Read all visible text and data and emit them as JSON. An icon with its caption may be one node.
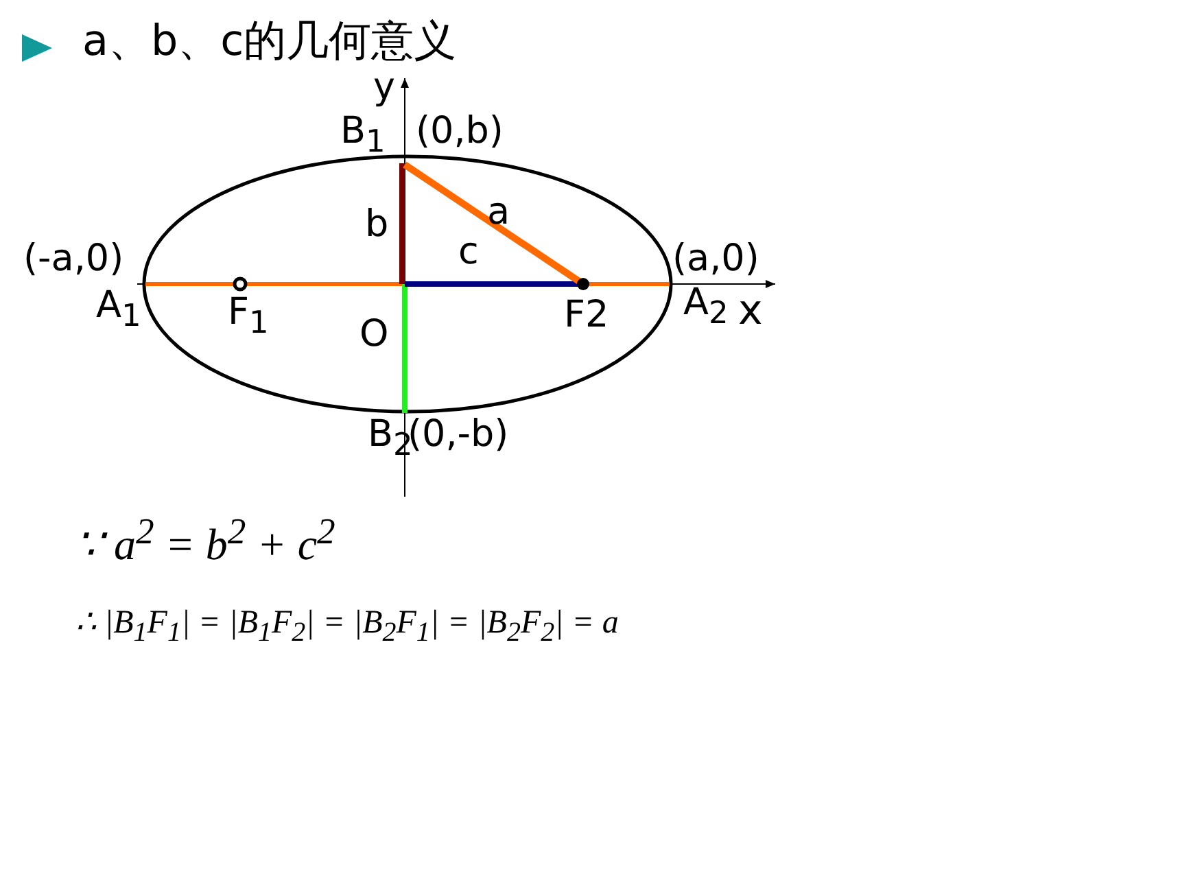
{
  "diagram": {
    "title": "a、b、c的几何意义",
    "labels": [
      "y",
      "B$_{1}$",
      "(0,b)",
      "b",
      "a",
      "c",
      "(-a,0)",
      "(a,0)",
      "A$_{1}$",
      "F$_{1}$",
      "F2",
      "A$_{2}$",
      "x",
      "O",
      "B$_{2}$",
      "(0,-b)",
      "∵ a$^{2}$ = b$^{2}$ + c$^{2}$",
      "∴ |B$_{1}$F$_{1}$| = |B$_{1}$F$_{2}$| = |B$_{2}$F$_{1}$| = |B$_{2}$F$_{2}$| = a"
    ]
  }
}
